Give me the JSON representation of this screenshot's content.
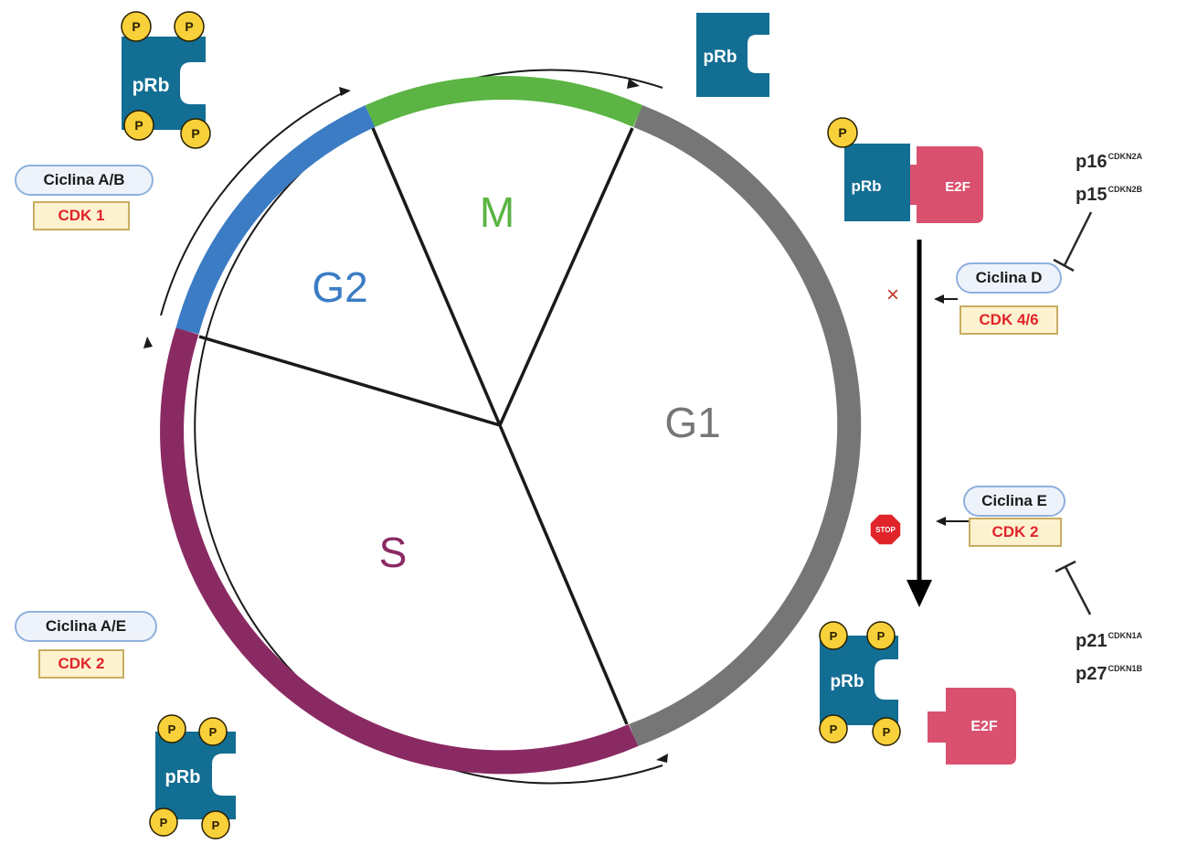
{
  "colors": {
    "G1": "#767676",
    "S": "#8a2a63",
    "G2": "#3b7cc4",
    "M": "#5bb443",
    "prb": "#136e93",
    "phosphate": "#f8d03a",
    "e2f": "#d9516f",
    "cdk_text": "#e0242a",
    "stop": "#e0242a"
  },
  "phases": {
    "g1": "G1",
    "s": "S",
    "g2": "G2",
    "m": "M"
  },
  "proteins": {
    "prb": "pRb",
    "e2f": "E2F",
    "phosphate": "P",
    "stop_sign": "STOP",
    "block_mark": "×"
  },
  "complexes": {
    "cyclin_ab": {
      "cyclin": "Ciclina A/B",
      "cdk": "CDK 1"
    },
    "cyclin_ae": {
      "cyclin": "Ciclina A/E",
      "cdk": "CDK 2"
    },
    "cyclin_d": {
      "cyclin": "Ciclina D",
      "cdk": "CDK 4/6"
    },
    "cyclin_e": {
      "cyclin": "Ciclina E",
      "cdk": "CDK 2"
    }
  },
  "inhibitors": {
    "p16": {
      "name": "p16",
      "gene": "CDKN2A"
    },
    "p15": {
      "name": "p15",
      "gene": "CDKN2B"
    },
    "p21": {
      "name": "p21",
      "gene": "CDKN1A"
    },
    "p27": {
      "name": "p27",
      "gene": "CDKN1B"
    }
  }
}
